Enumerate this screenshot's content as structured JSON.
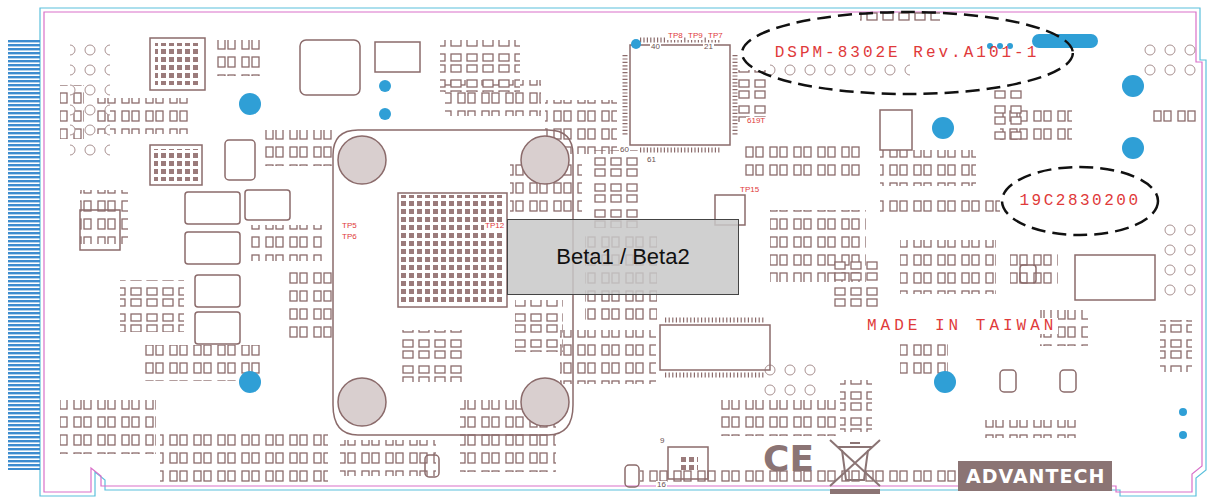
{
  "diagram": {
    "nodes": [
      {
        "text": [
          "DSPM-8302E Rev.A101-1"
        ]
      },
      {
        "text": [
          "19C2830200"
        ]
      },
      {
        "text": [
          "Beta1 / Beta2"
        ]
      }
    ],
    "labels": [
      "TP8",
      "TP9",
      "TP7",
      "40",
      "21",
      "60",
      "61",
      "619T",
      "TP15",
      "TP5",
      "TP6",
      "TP12",
      "MADE IN TAIWAN",
      "CE",
      "ADVANTECH",
      "9",
      "16"
    ]
  }
}
